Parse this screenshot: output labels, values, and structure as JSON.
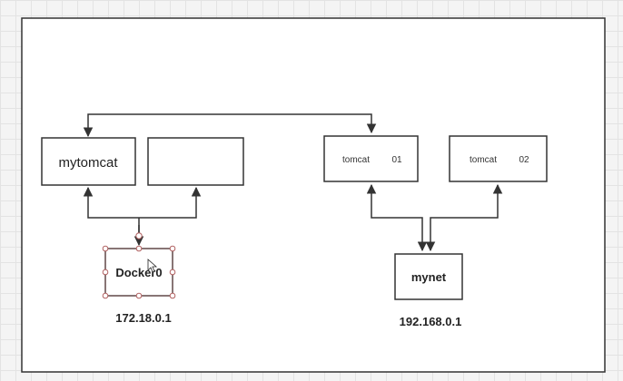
{
  "nodes": {
    "mytomcat": {
      "label": "mytomcat"
    },
    "empty": {
      "label": ""
    },
    "tomcat01": {
      "name": "tomcat",
      "num": "01"
    },
    "tomcat02": {
      "name": "tomcat",
      "num": "02"
    },
    "docker0": {
      "label": "Docker0"
    },
    "mynet": {
      "label": "mynet"
    }
  },
  "addresses": {
    "docker0_ip": "172.18.0.1",
    "mynet_ip": "192.168.0.1"
  },
  "colors": {
    "line": "#333333",
    "box_border": "#333333",
    "selection_border": "#8a5a5a",
    "handle_fill": "#ffffff",
    "handle_border": "#b06060"
  },
  "icons": {
    "cursor": "mouse-pointer-icon"
  }
}
